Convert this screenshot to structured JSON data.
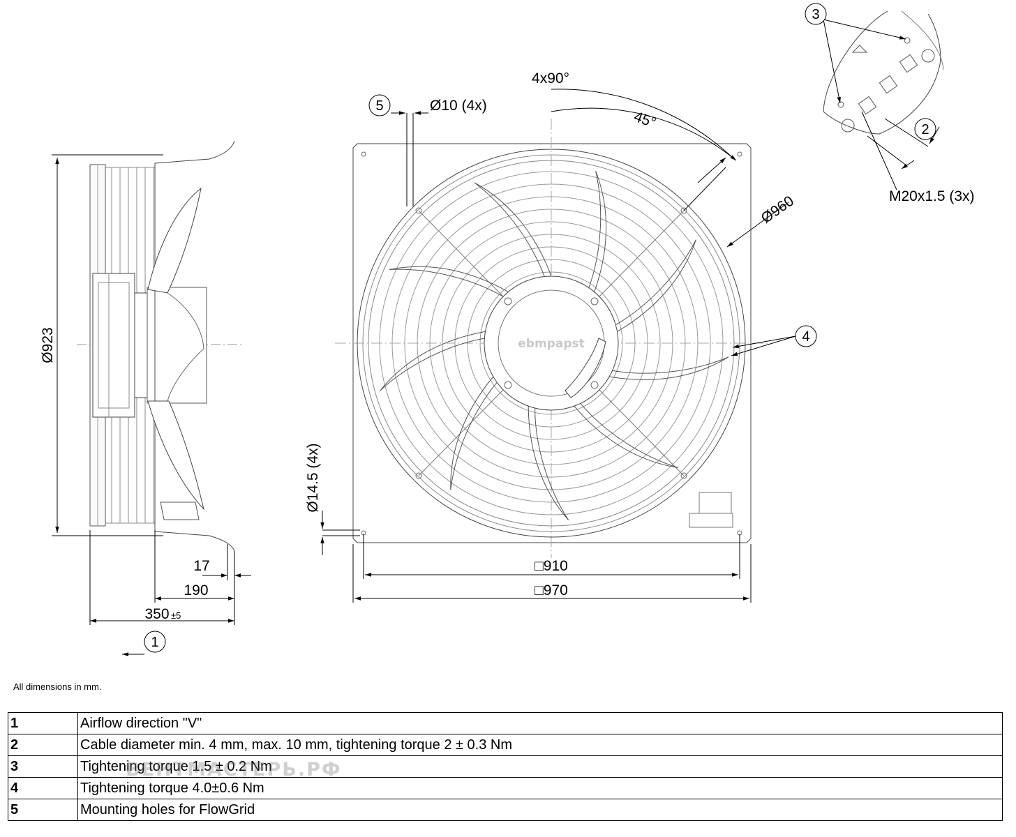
{
  "dimensions": {
    "side_diameter": "Ø923",
    "side_flange": "17",
    "side_190": "190",
    "side_350": "350",
    "side_350_tol": "±5",
    "front_hole_small": "Ø10 (4x)",
    "front_angle_total": "4x90°",
    "front_angle_45": "45°",
    "front_diameter": "Ø960",
    "front_hole_large": "Ø14.5 (4x)",
    "front_910": "□910",
    "front_970": "□970",
    "detail_thread": "M20x1.5 (3x)"
  },
  "callouts": [
    "1",
    "2",
    "3",
    "4",
    "5"
  ],
  "brand": "ebmpapst",
  "note": "All dimensions in mm.",
  "legend": [
    {
      "num": "1",
      "text": "Airflow direction \"V\""
    },
    {
      "num": "2",
      "text": "Cable diameter min. 4 mm, max. 10 mm, tightening torque 2 ± 0.3 Nm"
    },
    {
      "num": "3",
      "text": "Tightening torque 1.5 ± 0.2 Nm"
    },
    {
      "num": "4",
      "text": "Tightening torque 4.0±0.6 Nm"
    },
    {
      "num": "5",
      "text": "Mounting holes for FlowGrid"
    }
  ],
  "watermark": "ВЕНТМАСТЕРЬ.РФ"
}
